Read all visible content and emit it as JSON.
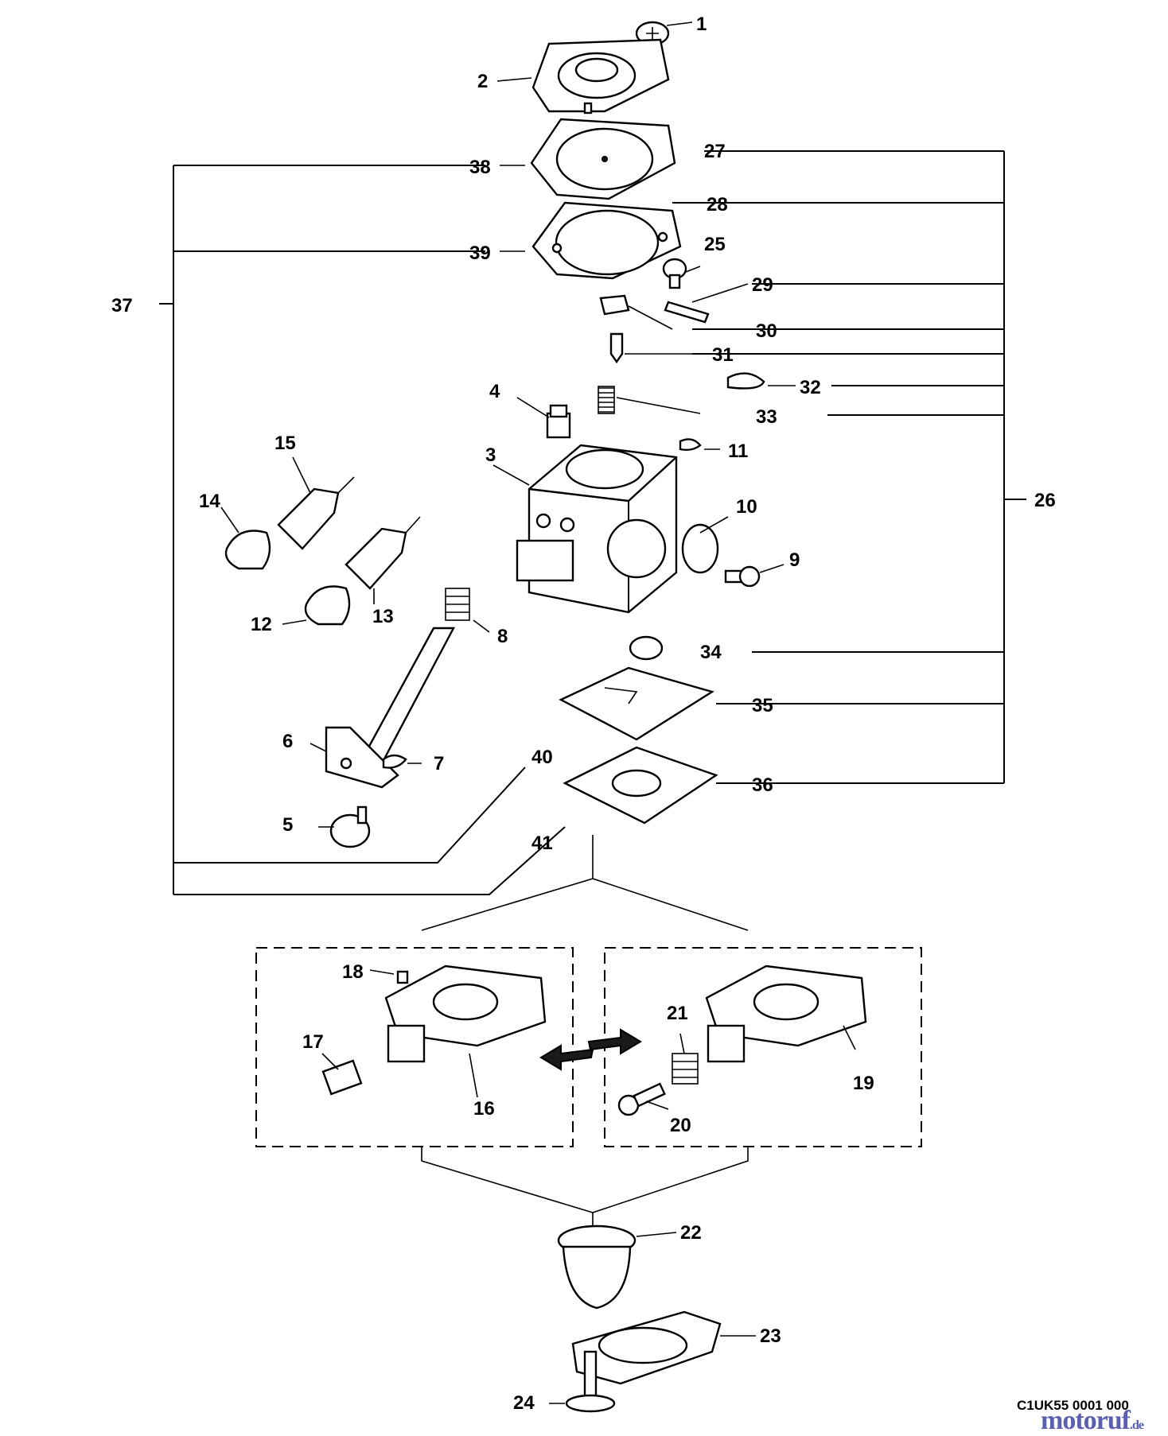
{
  "diagram": {
    "drawing_code": "C1UK55 0001 000",
    "watermark": {
      "name": "motoruf",
      "tld": ".de"
    },
    "callouts": [
      {
        "id": "1",
        "label": "1"
      },
      {
        "id": "2",
        "label": "2"
      },
      {
        "id": "3",
        "label": "3"
      },
      {
        "id": "4",
        "label": "4"
      },
      {
        "id": "5",
        "label": "5"
      },
      {
        "id": "6",
        "label": "6"
      },
      {
        "id": "7",
        "label": "7"
      },
      {
        "id": "8",
        "label": "8"
      },
      {
        "id": "9",
        "label": "9"
      },
      {
        "id": "10",
        "label": "10"
      },
      {
        "id": "11",
        "label": "11"
      },
      {
        "id": "12",
        "label": "12"
      },
      {
        "id": "13",
        "label": "13"
      },
      {
        "id": "14",
        "label": "14"
      },
      {
        "id": "15",
        "label": "15"
      },
      {
        "id": "16",
        "label": "16"
      },
      {
        "id": "17",
        "label": "17"
      },
      {
        "id": "18",
        "label": "18"
      },
      {
        "id": "19",
        "label": "19"
      },
      {
        "id": "20",
        "label": "20"
      },
      {
        "id": "21",
        "label": "21"
      },
      {
        "id": "22",
        "label": "22"
      },
      {
        "id": "23",
        "label": "23"
      },
      {
        "id": "24",
        "label": "24"
      },
      {
        "id": "25",
        "label": "25"
      },
      {
        "id": "26",
        "label": "26"
      },
      {
        "id": "27",
        "label": "27"
      },
      {
        "id": "28",
        "label": "28"
      },
      {
        "id": "29",
        "label": "29"
      },
      {
        "id": "30",
        "label": "30"
      },
      {
        "id": "31",
        "label": "31"
      },
      {
        "id": "32",
        "label": "32"
      },
      {
        "id": "33",
        "label": "33"
      },
      {
        "id": "34",
        "label": "34"
      },
      {
        "id": "35",
        "label": "35"
      },
      {
        "id": "36",
        "label": "36"
      },
      {
        "id": "37",
        "label": "37"
      },
      {
        "id": "38",
        "label": "38"
      },
      {
        "id": "39",
        "label": "39"
      },
      {
        "id": "40",
        "label": "40"
      },
      {
        "id": "41",
        "label": "41"
      }
    ]
  }
}
